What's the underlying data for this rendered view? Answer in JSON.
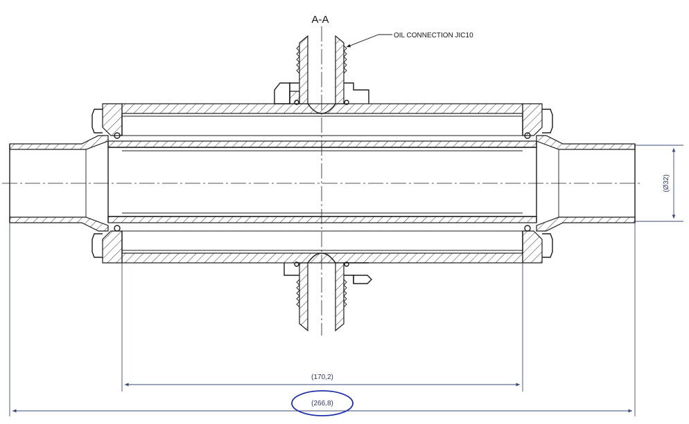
{
  "section_label": "A-A",
  "callout": {
    "text": "OIL CONNECTION JIC10"
  },
  "dimensions": {
    "inner_length": "(170,2)",
    "overall_length": "(266,8)",
    "diameter": "(Ø32)"
  },
  "highlight": {
    "target": "overall_length",
    "color": "#1f2fa8"
  },
  "colors": {
    "line": "#1b1b1b",
    "dimension": "#3a4a7a",
    "highlight": "#1f2fa8"
  }
}
